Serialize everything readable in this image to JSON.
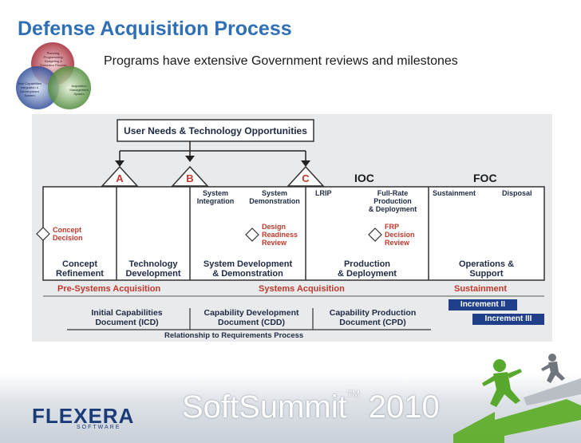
{
  "slide": {
    "title": "Defense Acquisition Process",
    "subtitle": "Programs have extensive Government reviews and milestones"
  },
  "venn_logo": {
    "circle_top": "Planning, Programming, Budgeting & Execution Process",
    "circle_left": "Joint Capabilities Integration & Development System",
    "circle_right": "Acquisition Management System"
  },
  "diagram": {
    "top_box": "User Needs & Technology Opportunities",
    "milestones": [
      "A",
      "B",
      "C"
    ],
    "ioc": "IOC",
    "foc": "FOC",
    "phase_top_labels": {
      "system_integration": "System\nIntegration",
      "system_demonstration": "System\nDemonstration",
      "lrip": "LRIP",
      "full_rate": "Full-Rate\nProduction\n& Deployment",
      "sustainment": "Sustainment",
      "disposal": "Disposal"
    },
    "decisions": {
      "concept_decision": "Concept\nDecision",
      "design_readiness_review": "Design\nReadiness\nReview",
      "frp_decision_review": "FRP\nDecision\nReview"
    },
    "phases": [
      "Concept\nRefinement",
      "Technology\nDevelopment",
      "System Development\n& Demonstration",
      "Production\n& Deployment",
      "Operations &\nSupport"
    ],
    "activities": {
      "pre_systems": "Pre-Systems Acquisition",
      "systems": "Systems Acquisition",
      "sustainment": "Sustainment"
    },
    "increments": [
      "Increment II",
      "Increment III"
    ],
    "documents": [
      "Initial Capabilities\nDocument (ICD)",
      "Capability Development\nDocument (CDD)",
      "Capability Production\nDocument (CPD)"
    ],
    "relationship": "Relationship to Requirements Process"
  },
  "footer": {
    "brand": "FLEXERA",
    "brand_sub": "SOFTWARE",
    "event": "SoftSummit",
    "tm": "TM",
    "year": " 2010"
  },
  "colors": {
    "title": "#2f6fb5",
    "navy": "#1f2a44",
    "red": "#c0392b",
    "increment_bg": "#1f3f8a"
  }
}
